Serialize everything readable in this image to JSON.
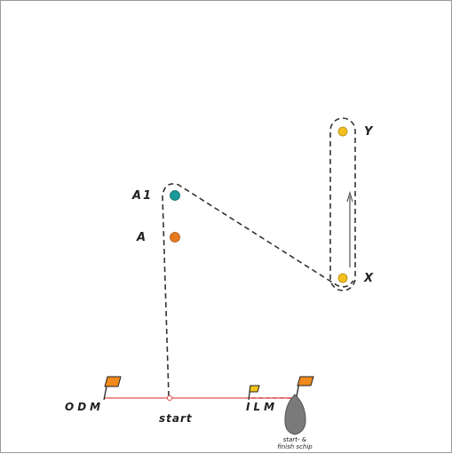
{
  "marks": {
    "y": "Y",
    "x": "X",
    "a1": "A1",
    "a": "A"
  },
  "start_line": {
    "left_label": "ODM",
    "center_label": "start",
    "right_label": "ILM"
  },
  "committee_boat": {
    "label_line1": "start- &",
    "label_line2": "finish schip"
  },
  "colors": {
    "yellow_mark": "#f2c01e",
    "teal_mark": "#1a9a9a",
    "orange_mark": "#e87a1e",
    "flag_orange": "#f08a1c",
    "flag_yellow": "#f5c518",
    "start_line": "#d9534f",
    "course_dash": "#333333",
    "boat_gray": "#7a7a7a"
  }
}
